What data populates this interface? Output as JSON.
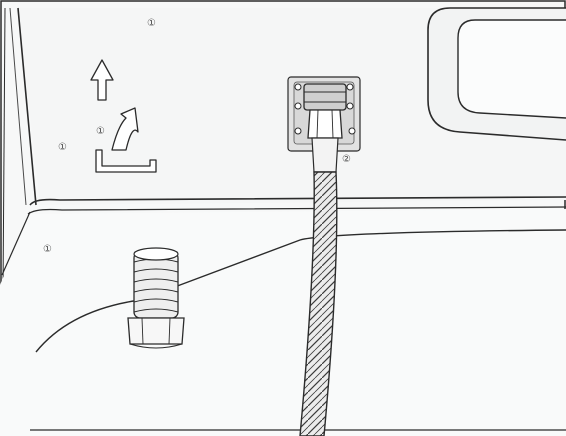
{
  "diagram": {
    "callouts": {
      "panel_top": "①",
      "arrow_mark": "①",
      "panel_left": "①",
      "bracket_label": "②",
      "floor_mark": "①"
    }
  },
  "colors": {
    "line": "#2b2b2b",
    "panel_fill": "#f5f6f6",
    "floor_fill": "#f9fafa",
    "bracket_fill": "#e2e2e2",
    "hose_fill": "#dadada"
  },
  "icons": [
    "up-arrow-icon",
    "curved-arrow-icon",
    "tray-bracket-icon",
    "wall-bracket-icon",
    "braided-hose-icon",
    "threaded-connector-icon"
  ]
}
